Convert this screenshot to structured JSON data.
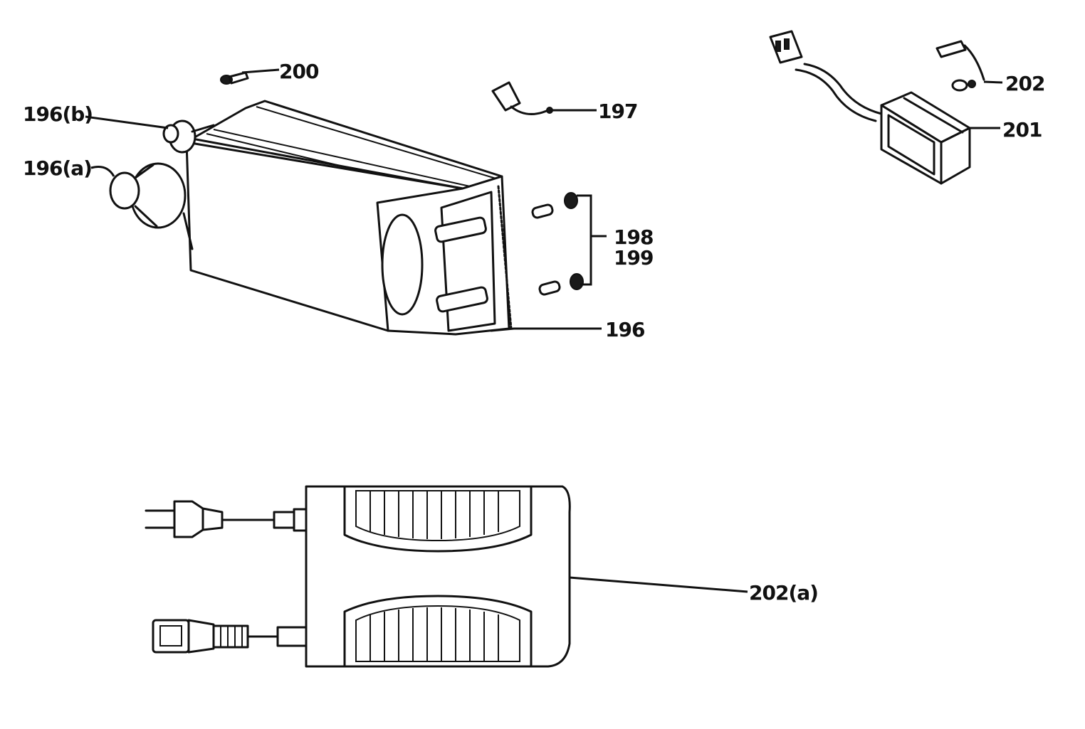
{
  "labels": {
    "l200": "200",
    "l197": "197",
    "l196b": "196(b)",
    "l196a": "196(a)",
    "l198": "198",
    "l199": "199",
    "l196": "196",
    "l202": "202",
    "l201": "201",
    "l202a": "202(a)"
  }
}
